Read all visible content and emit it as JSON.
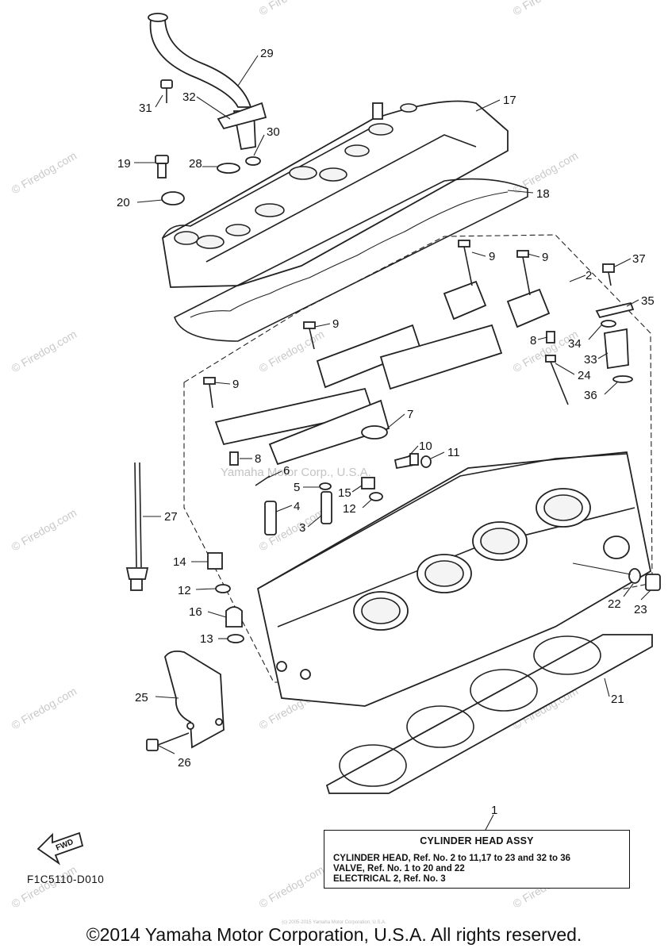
{
  "diagram": {
    "watermark": "© Firedog.com",
    "center_watermark": "Yamaha Motor Corp., U.S.A.",
    "callouts": [
      "29",
      "31",
      "32",
      "30",
      "17",
      "19",
      "28",
      "20",
      "18",
      "9",
      "9",
      "2",
      "37",
      "35",
      "34",
      "33",
      "9",
      "8",
      "24",
      "36",
      "9",
      "7",
      "10",
      "11",
      "8",
      "6",
      "5",
      "15",
      "4",
      "12",
      "3",
      "27",
      "14",
      "12",
      "16",
      "13",
      "22",
      "23",
      "25",
      "26",
      "21",
      "1"
    ]
  },
  "legend": {
    "title": "CYLINDER HEAD ASSY",
    "lines": [
      "CYLINDER HEAD, Ref. No. 2 to 11,17 to 23 and 32 to 36",
      "VALVE, Ref. No. 1 to 20 and 22",
      "ELECTRICAL 2, Ref. No. 3"
    ]
  },
  "fwd_label": "FWD",
  "part_code": "F1C5110-D010",
  "copyright": "©2014 Yamaha Motor Corporation, U.S.A. All rights reserved.",
  "fine_print": "(c) 2005-2015 Yamaha Motor Corporation, U.S.A."
}
